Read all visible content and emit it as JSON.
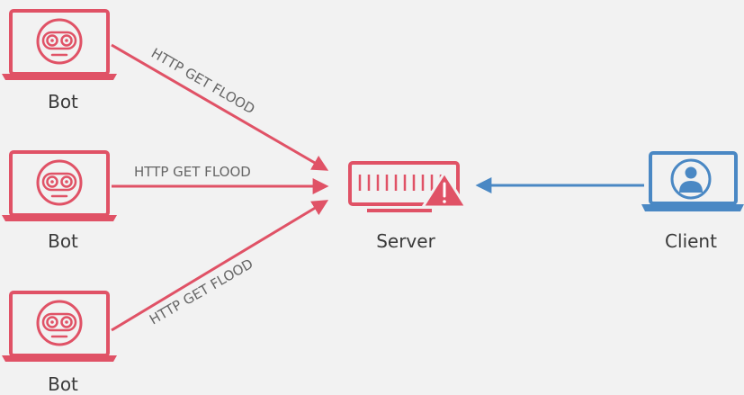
{
  "colors": {
    "attack": "#e05266",
    "client": "#4a88c4",
    "background": "#f2f2f2",
    "text": "#3a3a3a",
    "edge_text": "#666666"
  },
  "nodes": {
    "bots": [
      {
        "label": "Bot",
        "icon": "robot-face-icon"
      },
      {
        "label": "Bot",
        "icon": "robot-face-icon"
      },
      {
        "label": "Bot",
        "icon": "robot-face-icon"
      }
    ],
    "server": {
      "label": "Server",
      "icon": "server-warning-icon"
    },
    "client": {
      "label": "Client",
      "icon": "user-icon"
    }
  },
  "edges": [
    {
      "from": "bot-1",
      "to": "server",
      "label": "HTTP GET FLOOD"
    },
    {
      "from": "bot-2",
      "to": "server",
      "label": "HTTP GET FLOOD"
    },
    {
      "from": "bot-3",
      "to": "server",
      "label": "HTTP GET FLOOD"
    },
    {
      "from": "client",
      "to": "server",
      "label": ""
    }
  ]
}
